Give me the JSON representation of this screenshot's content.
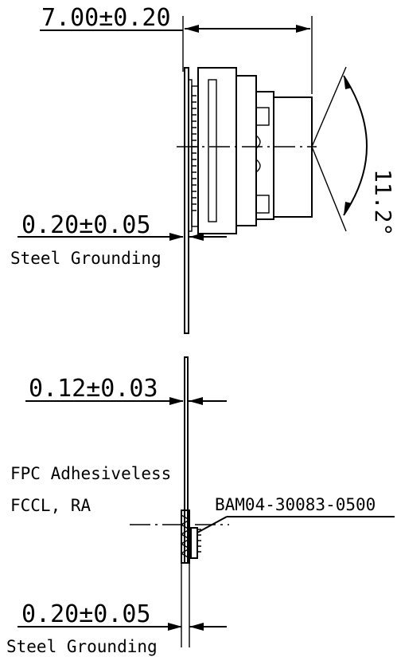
{
  "top_view": {
    "width_dim": "7.00±0.20",
    "angle_dim": "11.2°",
    "steel_thickness_dim": "0.20±0.05",
    "steel_label": "Steel Grounding"
  },
  "bottom_view": {
    "fpc_thickness_dim": "0.12±0.03",
    "fpc_label_line1": "FPC Adhesiveless",
    "fpc_label_line2": "FCCL, RA",
    "part_number": "BAM04-30083-0500",
    "steel_thickness_dim": "0.20±0.05",
    "steel_label": "Steel Grounding"
  },
  "colors": {
    "line": "#000000",
    "background": "#ffffff"
  }
}
